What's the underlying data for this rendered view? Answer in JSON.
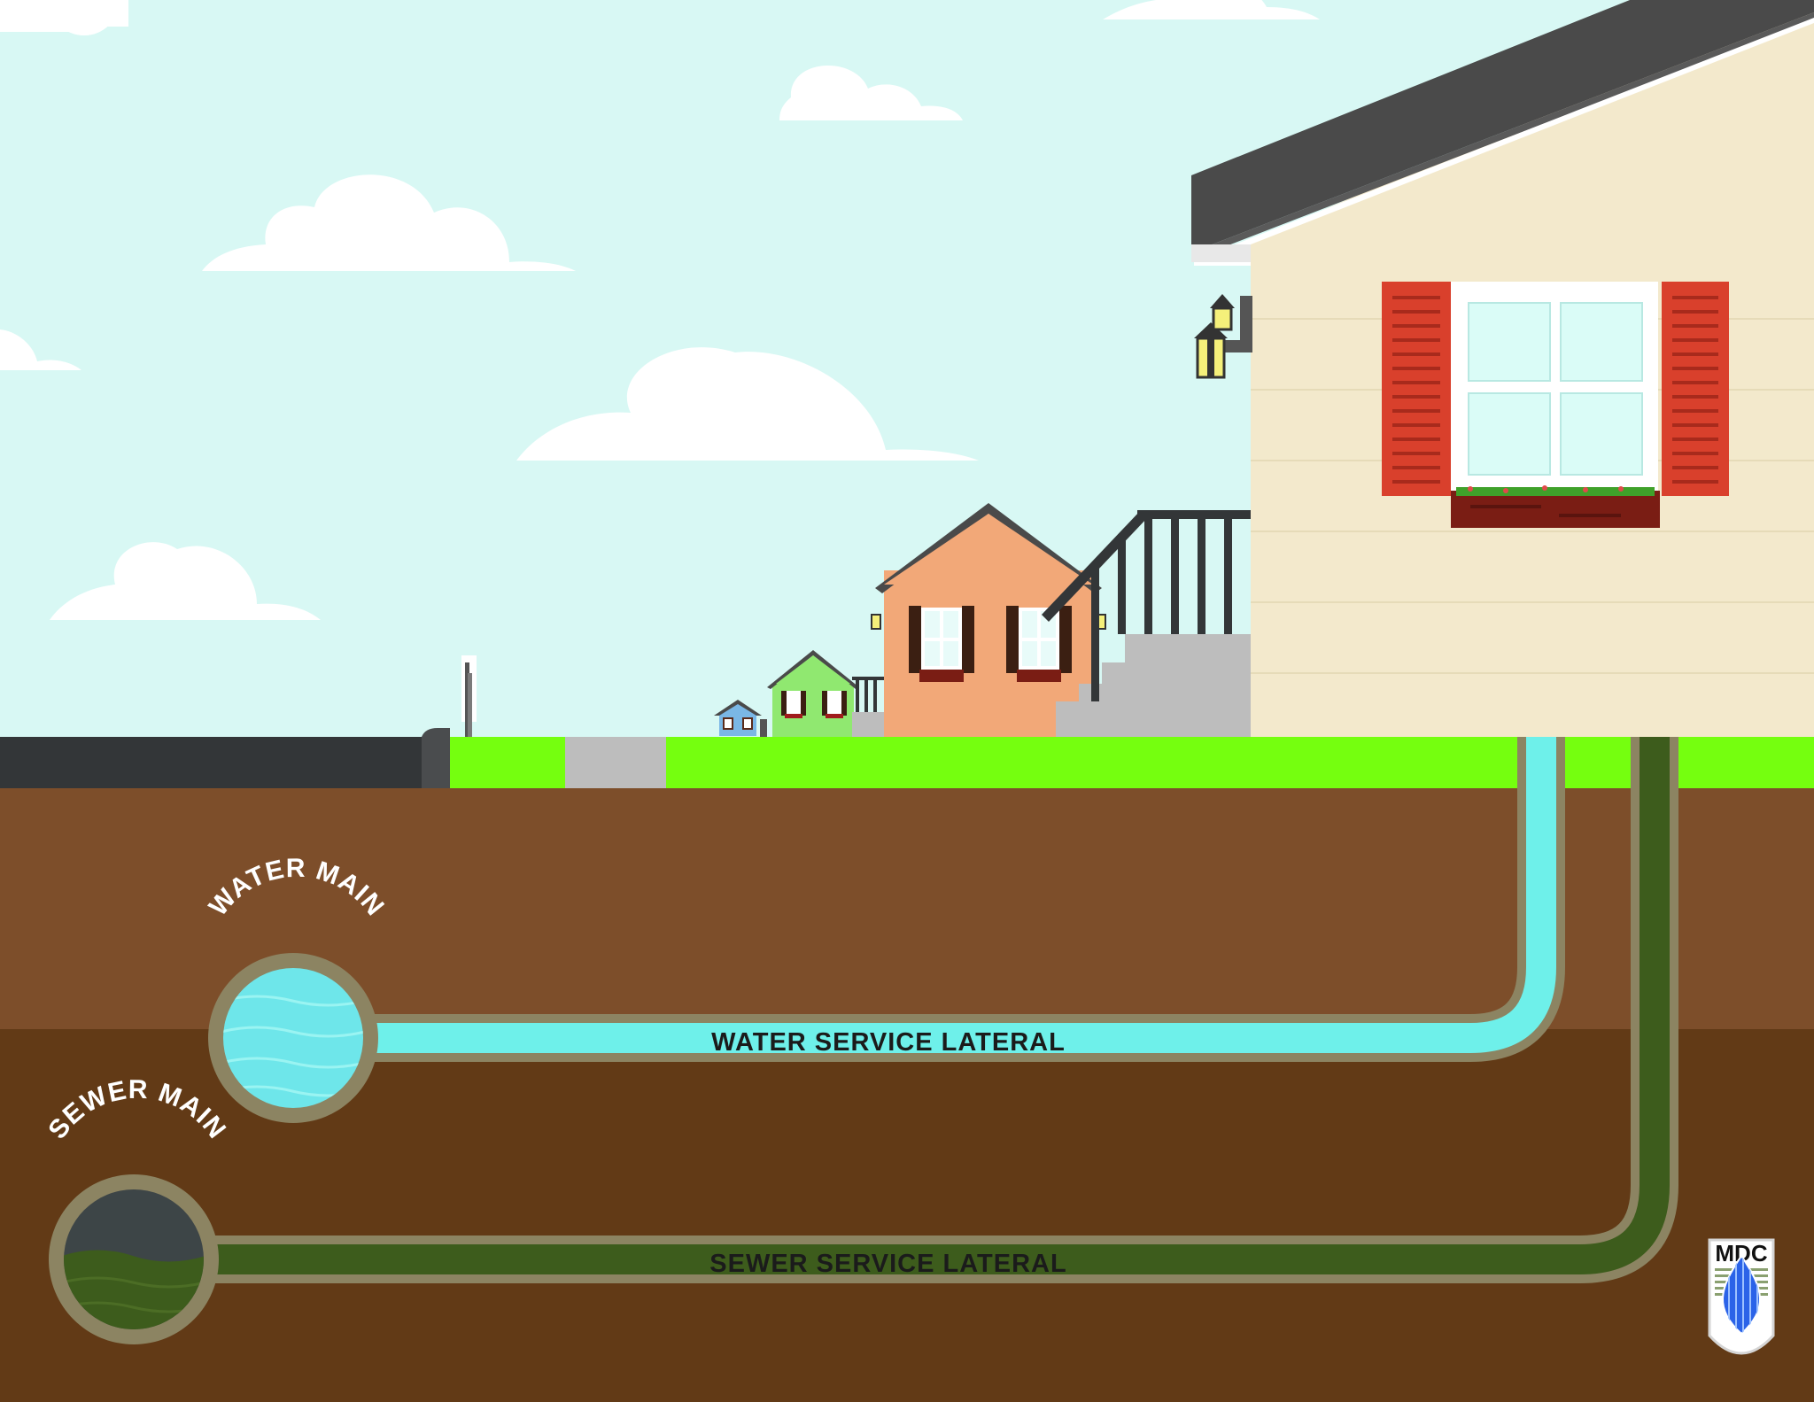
{
  "labels": {
    "water_main": "WATER MAIN",
    "sewer_main": "SEWER MAIN",
    "water_lateral": "WATER SERVICE LATERAL",
    "sewer_lateral": "SEWER SERVICE LATERAL",
    "logo": "MDC"
  },
  "colors": {
    "sky": "#d8f8f4",
    "cloud": "#ffffff",
    "grass": "#75ff0f",
    "soil_upper": "#7d4e2a",
    "soil_lower": "#623a16",
    "road": "#333638",
    "sidewalk": "#bdbdbd",
    "water_pipe": "#6ef0ea",
    "sewer_pipe": "#3d5c1c",
    "pipe_rim": "#8c8462",
    "house_siding": "#f3e9cc",
    "roof": "#4a4a4a",
    "shutter": "#d9402c",
    "neighbor_house": "#f2a878",
    "small_house_green": "#90e870",
    "small_house_blue": "#7ab7e6",
    "logo_drop": "#2b63e8"
  }
}
